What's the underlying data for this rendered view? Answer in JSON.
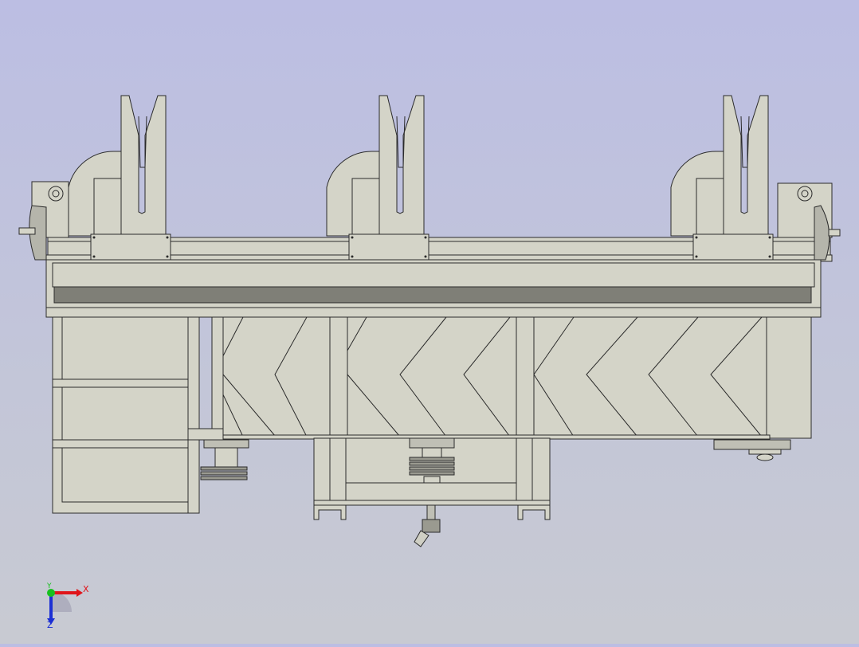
{
  "viewport": {
    "background_top": "#bcbee3",
    "background_bottom": "#c8cad2"
  },
  "model": {
    "fill_color": "#d4d4c8",
    "edge_color": "#2b2b2b",
    "shadow_fill": "#8a8a80",
    "stations": 3
  },
  "triad": {
    "x_label": "X",
    "y_label": "Y",
    "z_label": "Z",
    "x_color": "#e0141a",
    "y_color": "#17c11f",
    "z_color": "#1c2fd4"
  }
}
